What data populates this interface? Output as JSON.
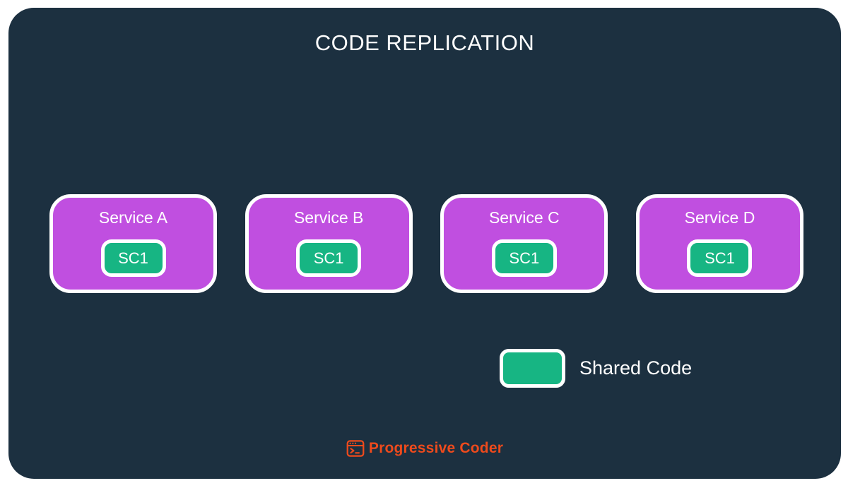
{
  "title": "CODE REPLICATION",
  "colors": {
    "page_bg": "#ffffff",
    "board_bg": "#1c3040",
    "service_purple": "#c04fe0",
    "shared_green": "#17b583",
    "outline_white": "#ffffff",
    "text_white": "#ffffff",
    "brand_orange": "#ee4a1c"
  },
  "services": [
    {
      "label": "Service A",
      "shared_code": "SC1"
    },
    {
      "label": "Service B",
      "shared_code": "SC1"
    },
    {
      "label": "Service C",
      "shared_code": "SC1"
    },
    {
      "label": "Service D",
      "shared_code": "SC1"
    }
  ],
  "legend": {
    "label": "Shared Code"
  },
  "footer": {
    "brand": "Progressive Coder",
    "icon": "terminal-window-icon"
  }
}
